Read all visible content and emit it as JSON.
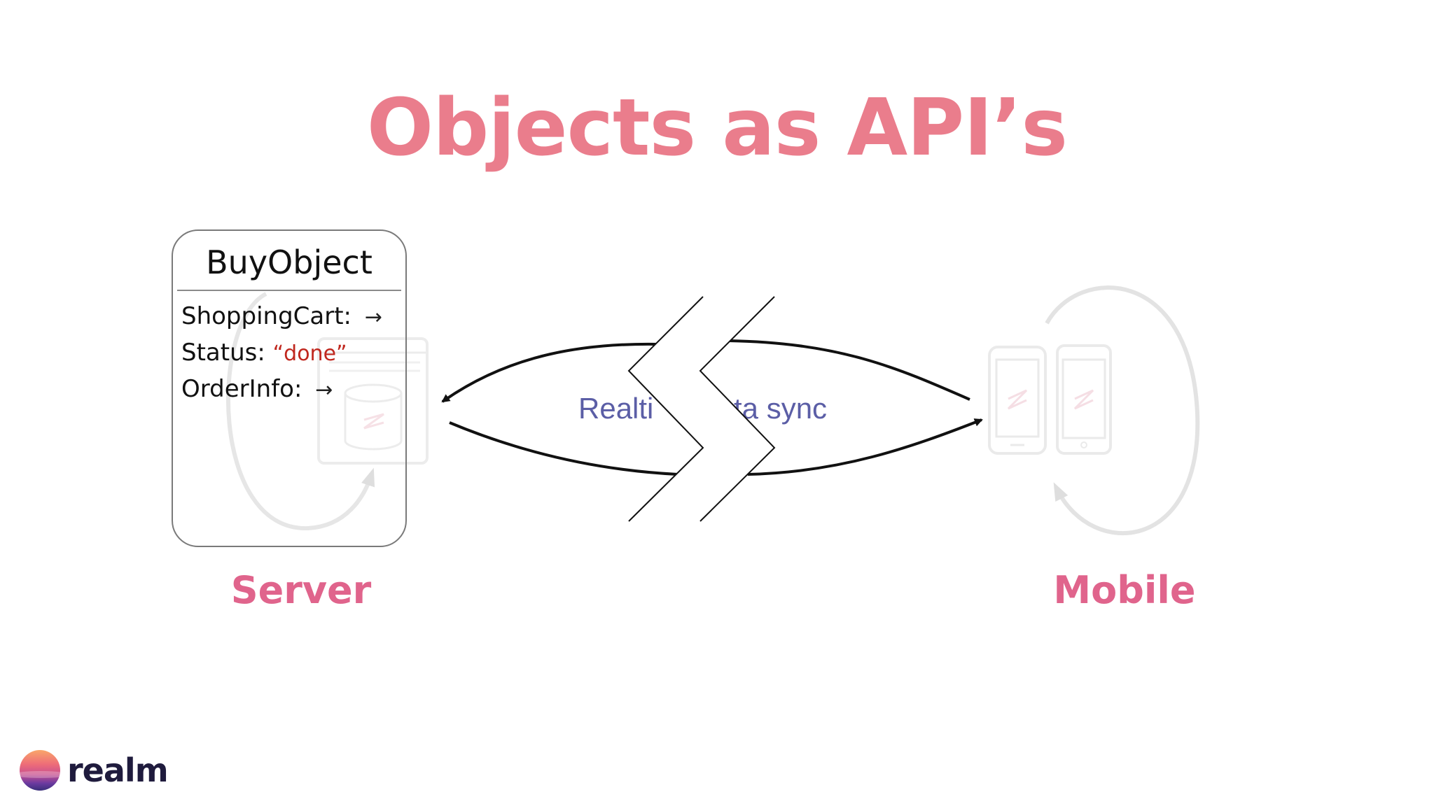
{
  "slide": {
    "title": "Objects as API’s",
    "sync_label_left": "Realti",
    "sync_label_right": "ta sync",
    "server_label": "Server",
    "mobile_label": "Mobile"
  },
  "object": {
    "name": "BuyObject",
    "fields": [
      {
        "label": "ShoppingCart:",
        "value": "",
        "arrow": "→"
      },
      {
        "label": "Status:",
        "value": "“done”",
        "arrow": ""
      },
      {
        "label": "OrderInfo:",
        "value": "",
        "arrow": "→"
      }
    ]
  },
  "logo": {
    "text": "realm"
  },
  "colors": {
    "title": "#ea7d8c",
    "side_label": "#e0648c",
    "sync_text": "#5b5ea6",
    "status_value": "#c0271e"
  }
}
